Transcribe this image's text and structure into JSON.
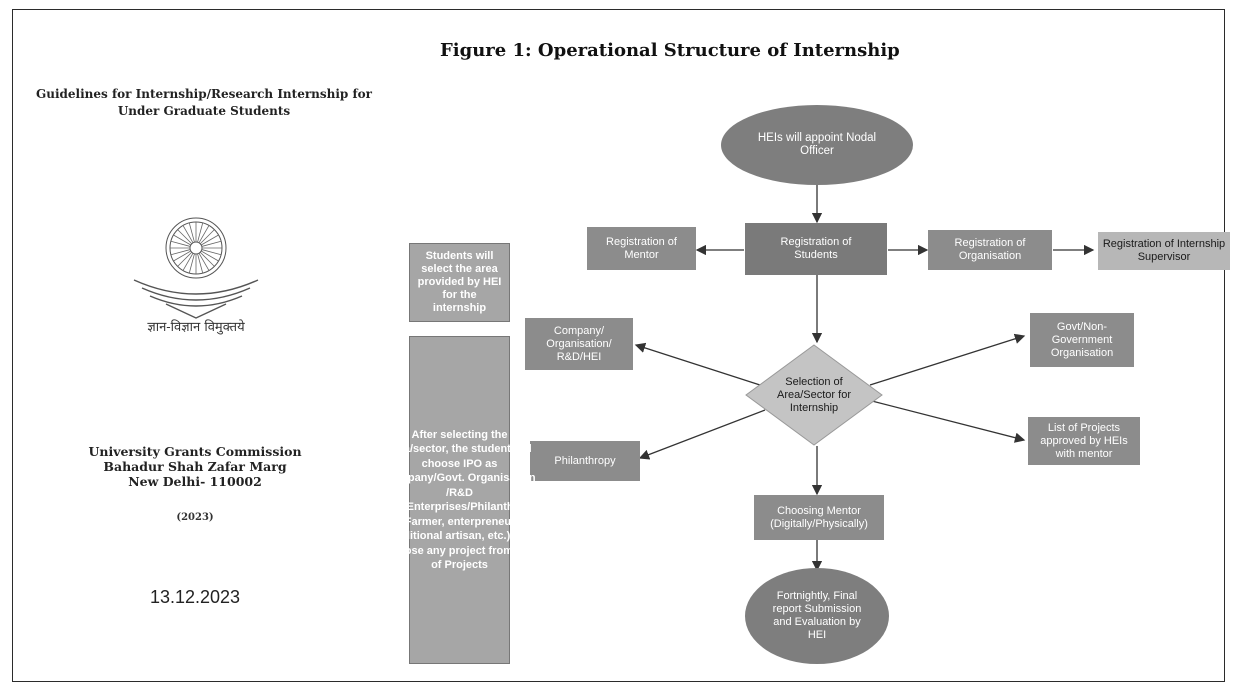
{
  "figure_title": "Figure 1: Operational Structure of Internship",
  "cover": {
    "title_line1": "Guidelines for Internship/Research Internship for",
    "title_line2": "Under Graduate Students",
    "motto": "ज्ञान-विज्ञान विमुक्तये",
    "org_line1": "University Grants Commission",
    "org_line2": "Bahadur Shah Zafar Marg",
    "org_line3": "New Delhi- 110002",
    "year": "(2023)",
    "date": "13.12.2023"
  },
  "nodes": {
    "nodal_officer": "HEIs will appoint Nodal Officer",
    "reg_mentor": "Registration of Mentor",
    "reg_students": "Registration of Students",
    "reg_org": "Registration of Organisation",
    "reg_supervisor": "Registration of Internship Supervisor",
    "select_area": "Selection of Area/Sector for Internship",
    "company": "Company/ Organisation/ R&D/HEI",
    "philanthropy": "Philanthropy",
    "govt": "Govt/Non-Government Organisation",
    "projects": "List of Projects approved by HEIs with mentor",
    "choose_mentor": "Choosing Mentor (Digitally/Physically)",
    "report": "Fortnightly, Final report Submission and Evaluation by HEI"
  },
  "notes": {
    "select_area_note": "Students will select the area provided by HEI for the internship",
    "ipo_note": "After selecting the area/sector, the student will choose IPO as Company/Govt. Organisation /R&D labs/Enterprises/Philanthropy (Farmer, enterpreneur, traditional artisan, etc.) OR Choose any project from List of Projects"
  },
  "colors": {
    "node_fill": "#8c8c8c",
    "diamond_fill": "#c4c4c4",
    "note_fill": "#a6a6a6",
    "edge": "#333333"
  }
}
